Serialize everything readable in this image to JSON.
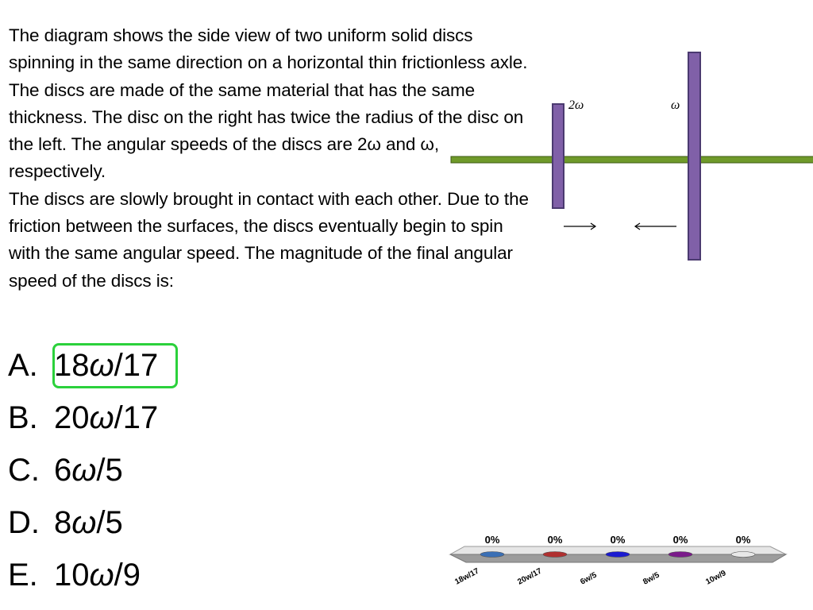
{
  "question": {
    "paragraph1": "The diagram shows the side view of two uniform solid discs spinning in the same direction on a horizontal thin frictionless axle. The discs are made of the same material that has the same thickness. The disc on the right has twice the radius of the disc on the left. The angular speeds of the discs are 2ω and ω, respectively.",
    "paragraph2": "The discs are slowly brought in contact with each other. Due to the friction between the surfaces, the discs eventually begin to spin with the same angular speed. The magnitude of the final angular speed of the discs is:"
  },
  "diagram": {
    "left_disc_label": "2ω",
    "right_disc_label": "ω",
    "colors": {
      "axle": "#6f9a2a",
      "disc": "#8060a8",
      "disc_border": "#4b3a70"
    }
  },
  "choices": [
    {
      "letter": "A.",
      "num": "18",
      "omega": "ω",
      "den": "/17",
      "correct": true
    },
    {
      "letter": "B.",
      "num": "20",
      "omega": "ω",
      "den": "/17",
      "correct": false
    },
    {
      "letter": "C.",
      "num": "6",
      "omega": "ω",
      "den": "/5",
      "correct": false
    },
    {
      "letter": "D.",
      "num": "8",
      "omega": "ω",
      "den": "/5",
      "correct": false
    },
    {
      "letter": "E.",
      "num": "10",
      "omega": "ω",
      "den": "/9",
      "correct": false
    }
  ],
  "chart_data": {
    "type": "bar",
    "categories": [
      "18w/17",
      "20w/17",
      "6w/5",
      "8w/5",
      "10w/9"
    ],
    "values": [
      0,
      0,
      0,
      0,
      0
    ],
    "data_labels": [
      "0%",
      "0%",
      "0%",
      "0%",
      "0%"
    ],
    "colors": [
      "#3a6fb5",
      "#b03030",
      "#1a1ad0",
      "#7a1a8a",
      "#e8e8e8"
    ]
  }
}
